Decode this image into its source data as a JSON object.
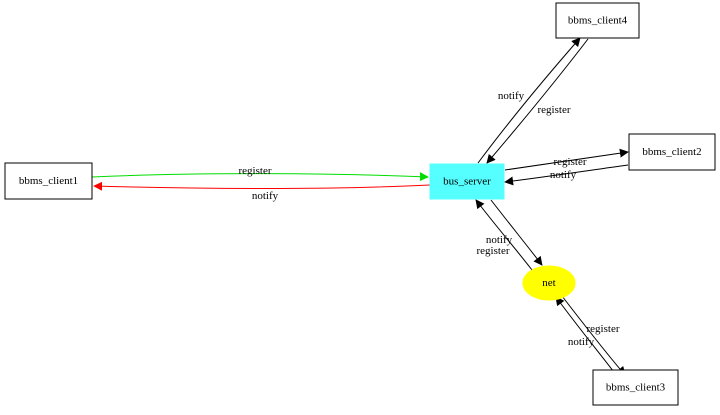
{
  "nodes": {
    "bus_server": {
      "label": "bus_server",
      "fill": "#55ffff"
    },
    "bbms_client1": {
      "label": "bbms_client1"
    },
    "bbms_client2": {
      "label": "bbms_client2"
    },
    "bbms_client3": {
      "label": "bbms_client3"
    },
    "bbms_client4": {
      "label": "bbms_client4"
    },
    "net": {
      "label": "net",
      "fill": "#ffff00"
    }
  },
  "edges": {
    "client1_register": {
      "label": "register",
      "color": "#00dd00"
    },
    "client1_notify": {
      "label": "notify",
      "color": "#ff0000"
    },
    "client4_notify": {
      "label": "notify"
    },
    "client4_register": {
      "label": "register"
    },
    "client2_register": {
      "label": "register"
    },
    "client2_notify": {
      "label": "notify"
    },
    "net_notify": {
      "label": "notify"
    },
    "net_register": {
      "label": "register"
    },
    "client3_register": {
      "label": "register"
    },
    "client3_notify": {
      "label": "notify"
    }
  }
}
